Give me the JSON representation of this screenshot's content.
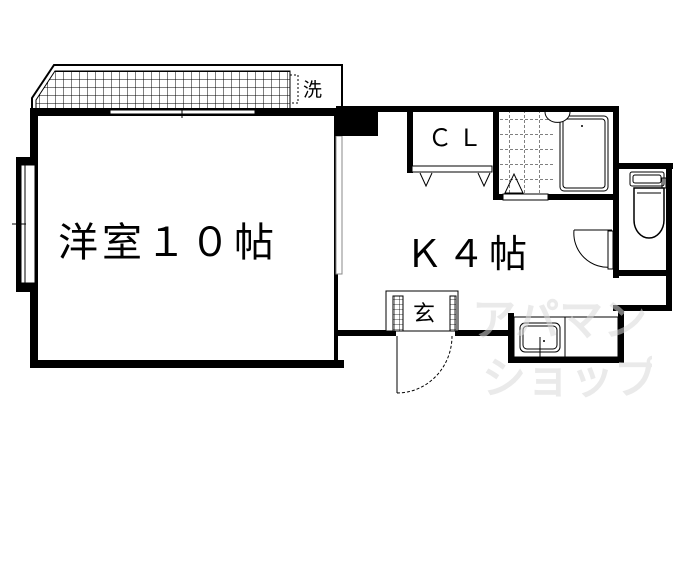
{
  "floor_plan": {
    "rooms": [
      {
        "id": "western",
        "label": "洋室１０帖"
      },
      {
        "id": "kitchen",
        "label": "Ｋ４帖"
      },
      {
        "id": "closet",
        "label": "ＣＬ"
      },
      {
        "id": "laundry",
        "label": "洗"
      },
      {
        "id": "entrance",
        "label": "玄"
      }
    ],
    "fixtures": [
      "balcony",
      "bathtub",
      "toilet",
      "kitchen-sink",
      "doors",
      "windows"
    ],
    "watermark": {
      "line1": "アパマン",
      "line2": "ショップ"
    },
    "colors": {
      "wall": "#000000",
      "background": "#ffffff",
      "watermark": "#d9d9d9"
    }
  }
}
